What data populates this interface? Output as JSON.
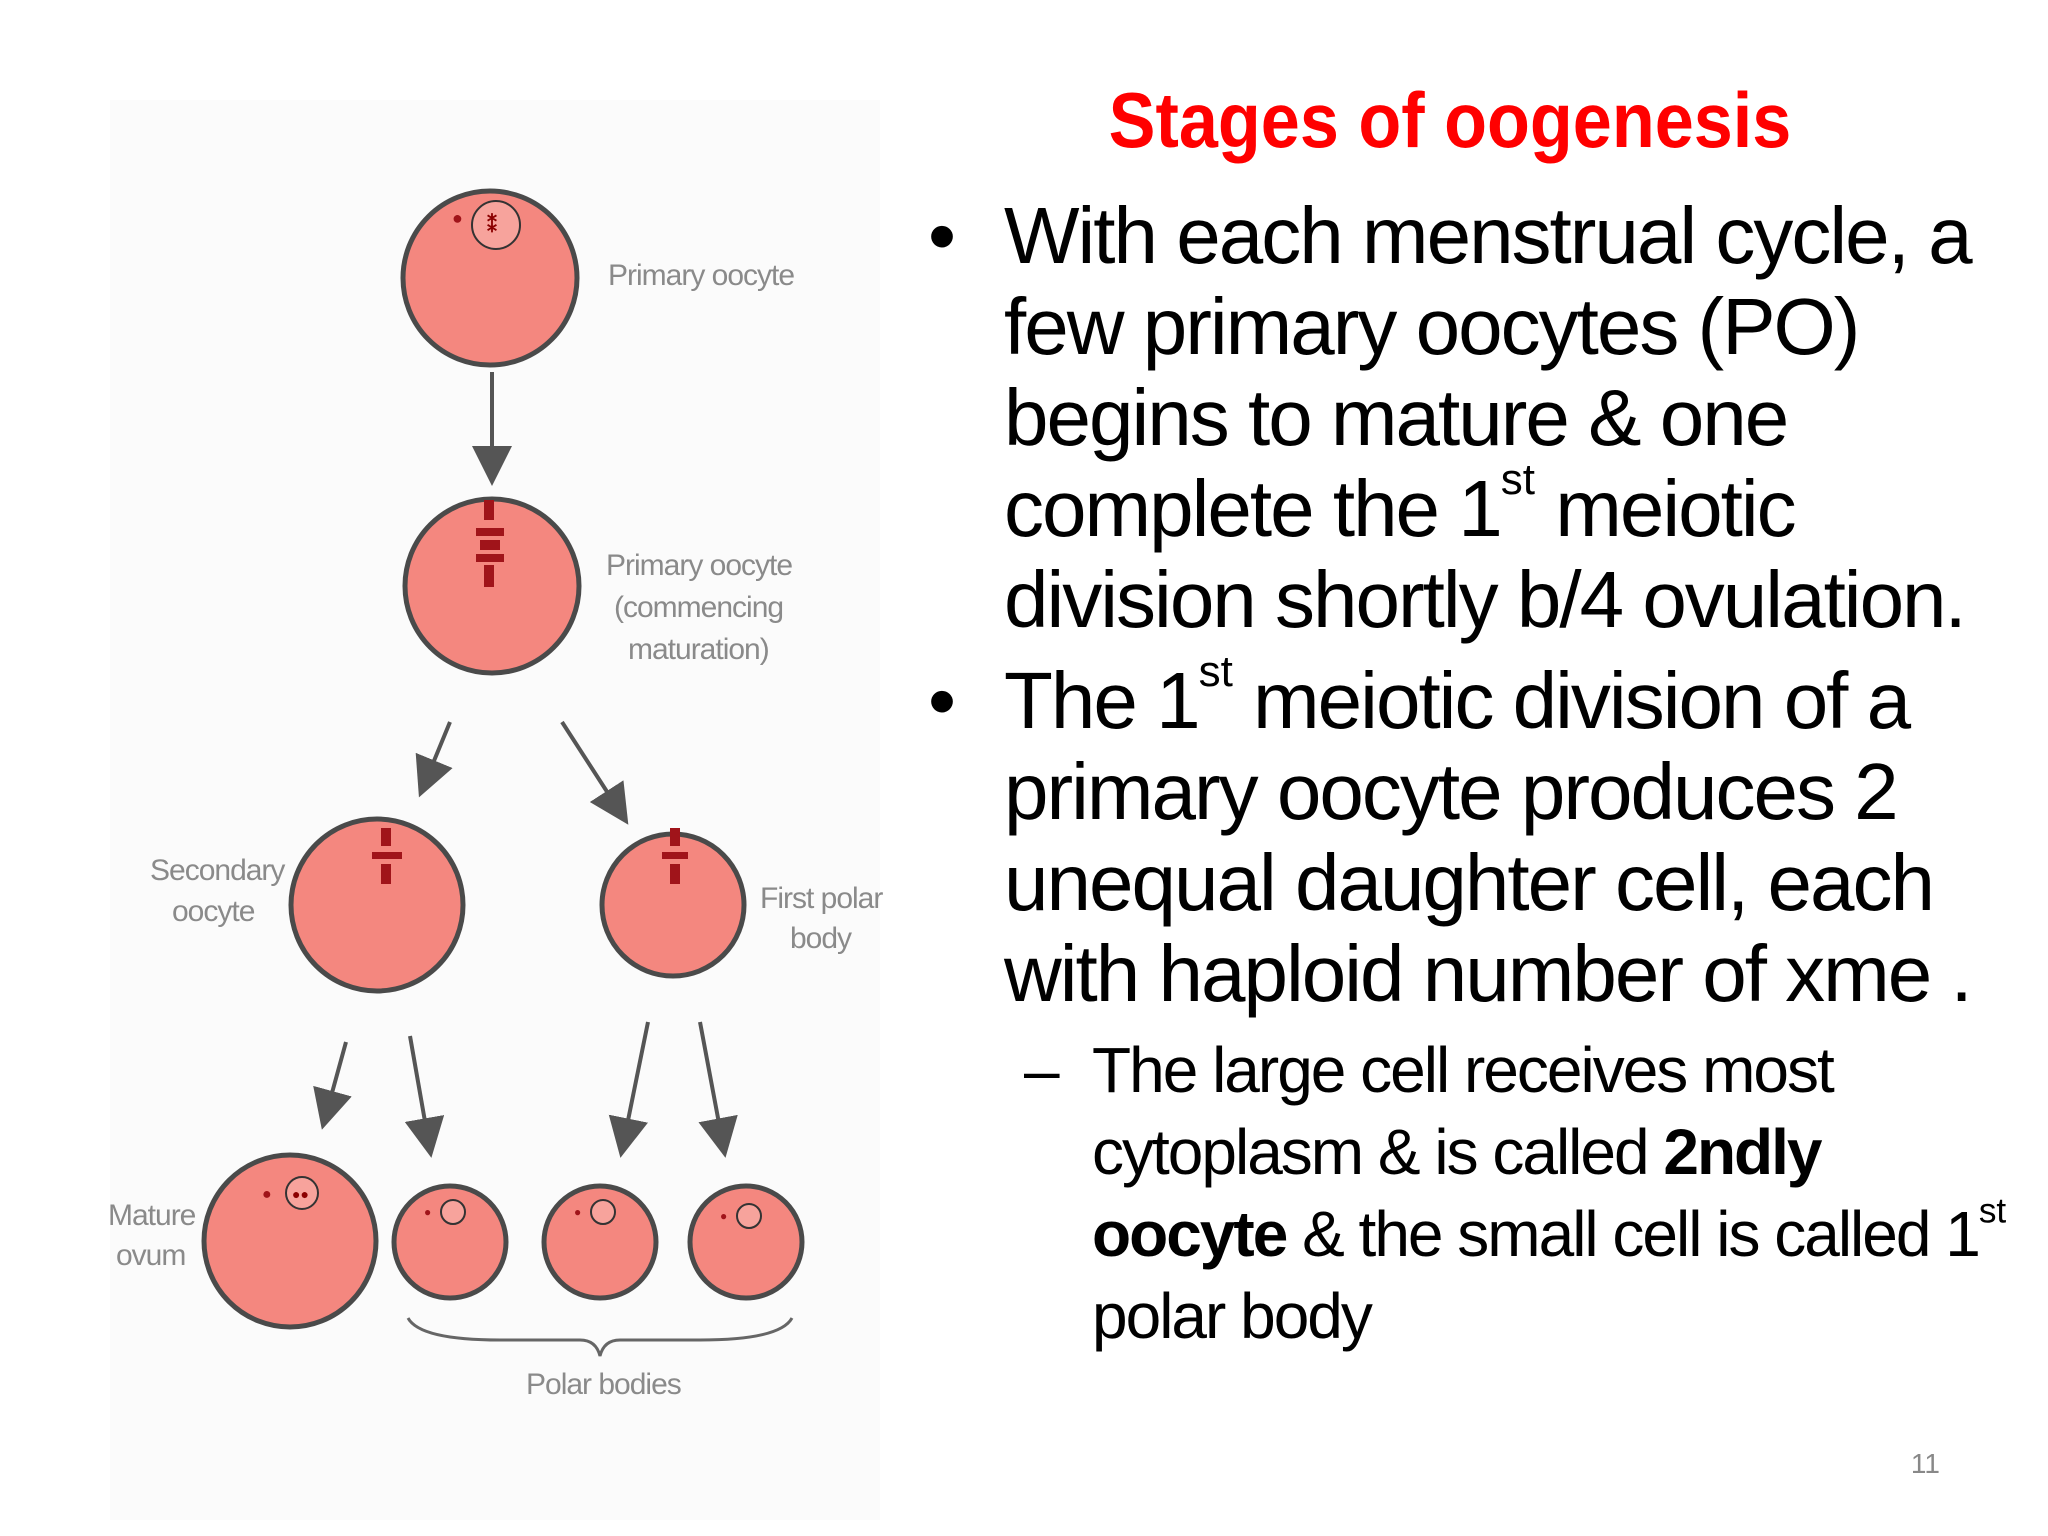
{
  "slide": {
    "title": "Stages of oogenesis",
    "page_number": "11",
    "colors": {
      "title": "#ff0000",
      "cell_fill": "#f4877f",
      "cell_stroke": "#4a4a4a"
    }
  },
  "bullets": [
    {
      "parts": [
        {
          "t": "With each menstrual cycle, a few primary oocytes (PO) begins to mature & one complete the 1"
        },
        {
          "t": "st",
          "sup": true
        },
        {
          "t": " meiotic division shortly b/4 ovulation."
        }
      ]
    },
    {
      "parts": [
        {
          "t": "The 1"
        },
        {
          "t": "st",
          "sup": true
        },
        {
          "t": " meiotic division of a primary oocyte produces 2 unequal daughter cell, each with haploid number of xme ."
        }
      ]
    }
  ],
  "sub_bullets": [
    {
      "marker": "–",
      "parts": [
        {
          "t": "The large cell receives most cytoplasm & is called "
        },
        {
          "t": "2ndly oocyte",
          "bold": true
        },
        {
          "t": " & the small cell is called 1"
        },
        {
          "t": "st",
          "sup": true
        },
        {
          "t": " polar body"
        }
      ]
    }
  ],
  "diagram": {
    "labels": {
      "primary_oocyte": "Primary oocyte",
      "commencing_1": "Primary oocyte",
      "commencing_2": "(commencing",
      "commencing_3": "maturation)",
      "secondary_1": "Secondary",
      "secondary_2": "oocyte",
      "first_polar_1": "First polar",
      "first_polar_2": "body",
      "mature_1": "Mature",
      "mature_2": "ovum",
      "polar_bodies": "Polar bodies"
    }
  }
}
